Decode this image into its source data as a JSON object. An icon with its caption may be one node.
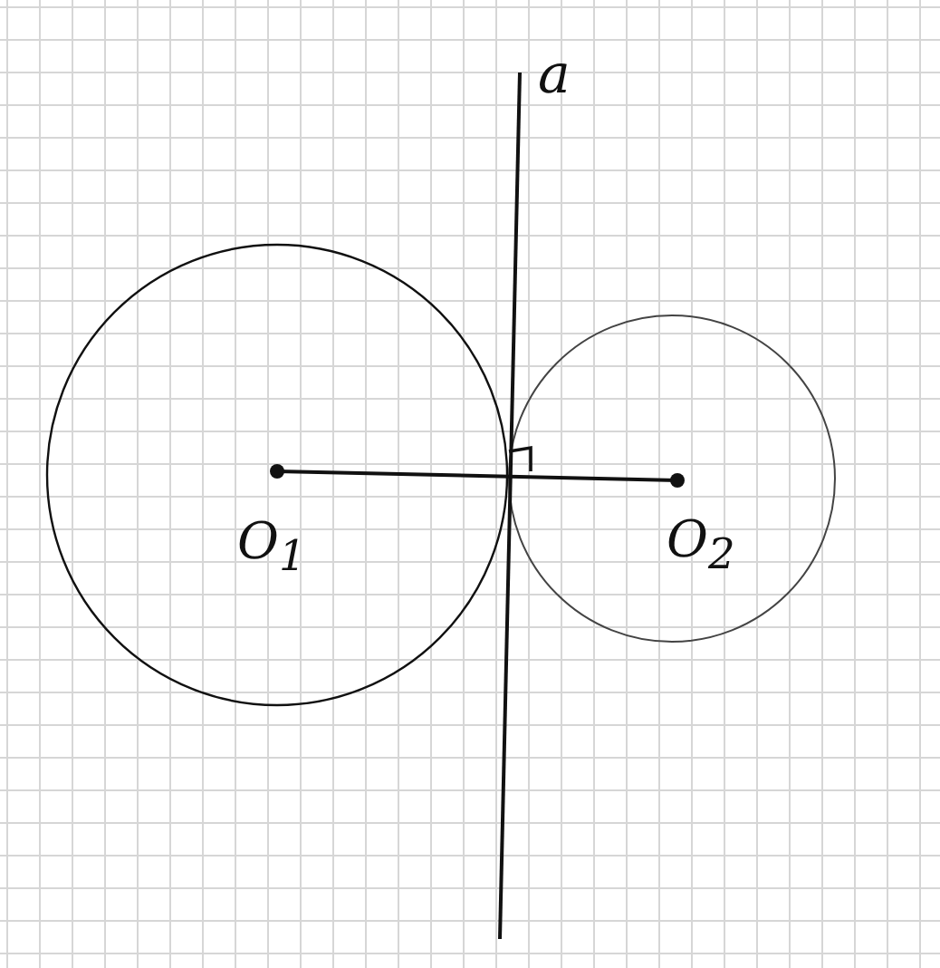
{
  "diagram": {
    "nodes": [
      {
        "text": [
          "O$_{1}$"
        ]
      },
      {
        "text": [
          "O$_{2}$"
        ]
      }
    ],
    "edges": [
      {
        "from": 0,
        "to": 1,
        "arrow": "none"
      }
    ],
    "labels": [
      "a"
    ]
  }
}
